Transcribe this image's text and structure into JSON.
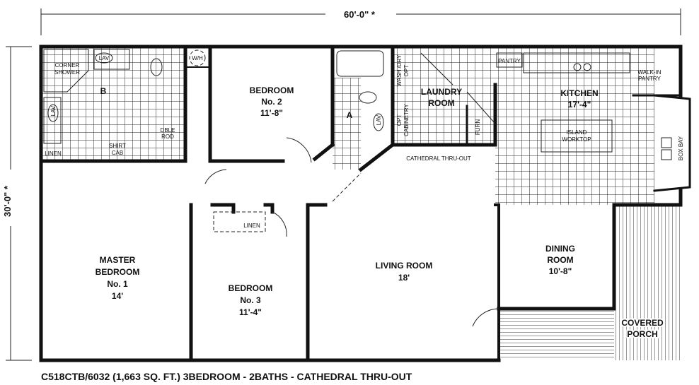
{
  "dimensions": {
    "width_label": "60'-0\" *",
    "depth_label": "30'-0\" *"
  },
  "caption": "C518CTB/6032 (1,663 SQ. FT.) 3BEDROOM - 2BATHS - CATHEDRAL THRU-OUT",
  "rooms": {
    "master_bath": {
      "fixtures": [
        "CORNER",
        "SHOWER",
        "LAV",
        "LAV",
        "B",
        "LINEN",
        "SHIRT",
        "CAB",
        "DBLE",
        "ROD"
      ]
    },
    "water_heater": "W/H",
    "bedroom2": {
      "name": "BEDROOM",
      "number": "No. 2",
      "size": "11'-8\""
    },
    "bath_a": {
      "name": "A",
      "lav": "LAV"
    },
    "laundry": {
      "line1": "LAUNDRY",
      "line2": "ROOM",
      "wash": "WASH /DRY",
      "opt": "OPT",
      "opt2": "OPT",
      "cabinetry": "CABINETRY",
      "furn": "FURN"
    },
    "kitchen": {
      "name": "KITCHEN",
      "size": "17'-4\"",
      "pantry": "PANTRY",
      "walkin1": "WALK-IN",
      "walkin2": "PANTRY",
      "island1": "ISLAND",
      "island2": "WORKTOP",
      "box_bay": "BOX BAY"
    },
    "cathedral_note": "CATHEDRAL THRU-OUT",
    "master_bedroom": {
      "name1": "MASTER",
      "name2": "BEDROOM",
      "number": "No. 1",
      "size": "14'"
    },
    "bedroom3": {
      "name": "BEDROOM",
      "number": "No. 3",
      "size": "11'-4\"",
      "linen": "LINEN"
    },
    "living": {
      "name": "LIVING ROOM",
      "size": "18'"
    },
    "dining": {
      "name1": "DINING",
      "name2": "ROOM",
      "size": "10'-8\""
    },
    "porch": {
      "line1": "COVERED",
      "line2": "PORCH"
    }
  }
}
